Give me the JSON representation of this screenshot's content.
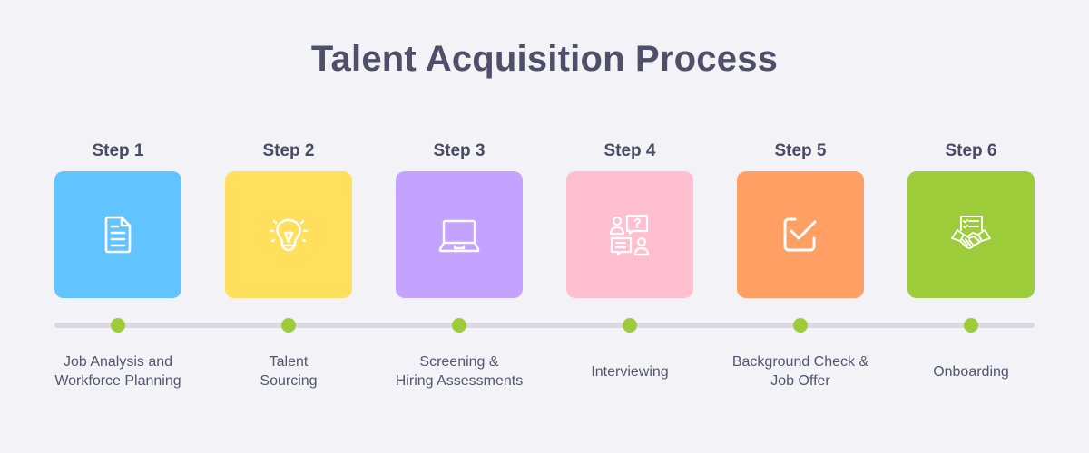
{
  "title": "Talent Acquisition Process",
  "colors": {
    "background": "#f2f2f7",
    "title": "#4f4f69",
    "track": "#d9d9df",
    "dot": "#9ccc3a"
  },
  "steps": [
    {
      "label": "Step 1",
      "icon": "document-icon",
      "color": "#62c4ff",
      "description_line1": "Job Analysis and",
      "description_line2": "Workforce Planning"
    },
    {
      "label": "Step 2",
      "icon": "lightbulb-icon",
      "color": "#ffdf5c",
      "description_line1": "Talent",
      "description_line2": "Sourcing"
    },
    {
      "label": "Step 3",
      "icon": "laptop-icon",
      "color": "#c4a2ff",
      "description_line1": "Screening &",
      "description_line2": "Hiring Assessments"
    },
    {
      "label": "Step 4",
      "icon": "interview-chat-icon",
      "color": "#ffbfd0",
      "description_line1": "Interviewing",
      "description_line2": ""
    },
    {
      "label": "Step 5",
      "icon": "checkbox-icon",
      "color": "#ff9f63",
      "description_line1": "Background Check &",
      "description_line2": "Job Offer"
    },
    {
      "label": "Step 6",
      "icon": "handshake-contract-icon",
      "color": "#9ccc3a",
      "description_line1": "Onboarding",
      "description_line2": ""
    }
  ]
}
